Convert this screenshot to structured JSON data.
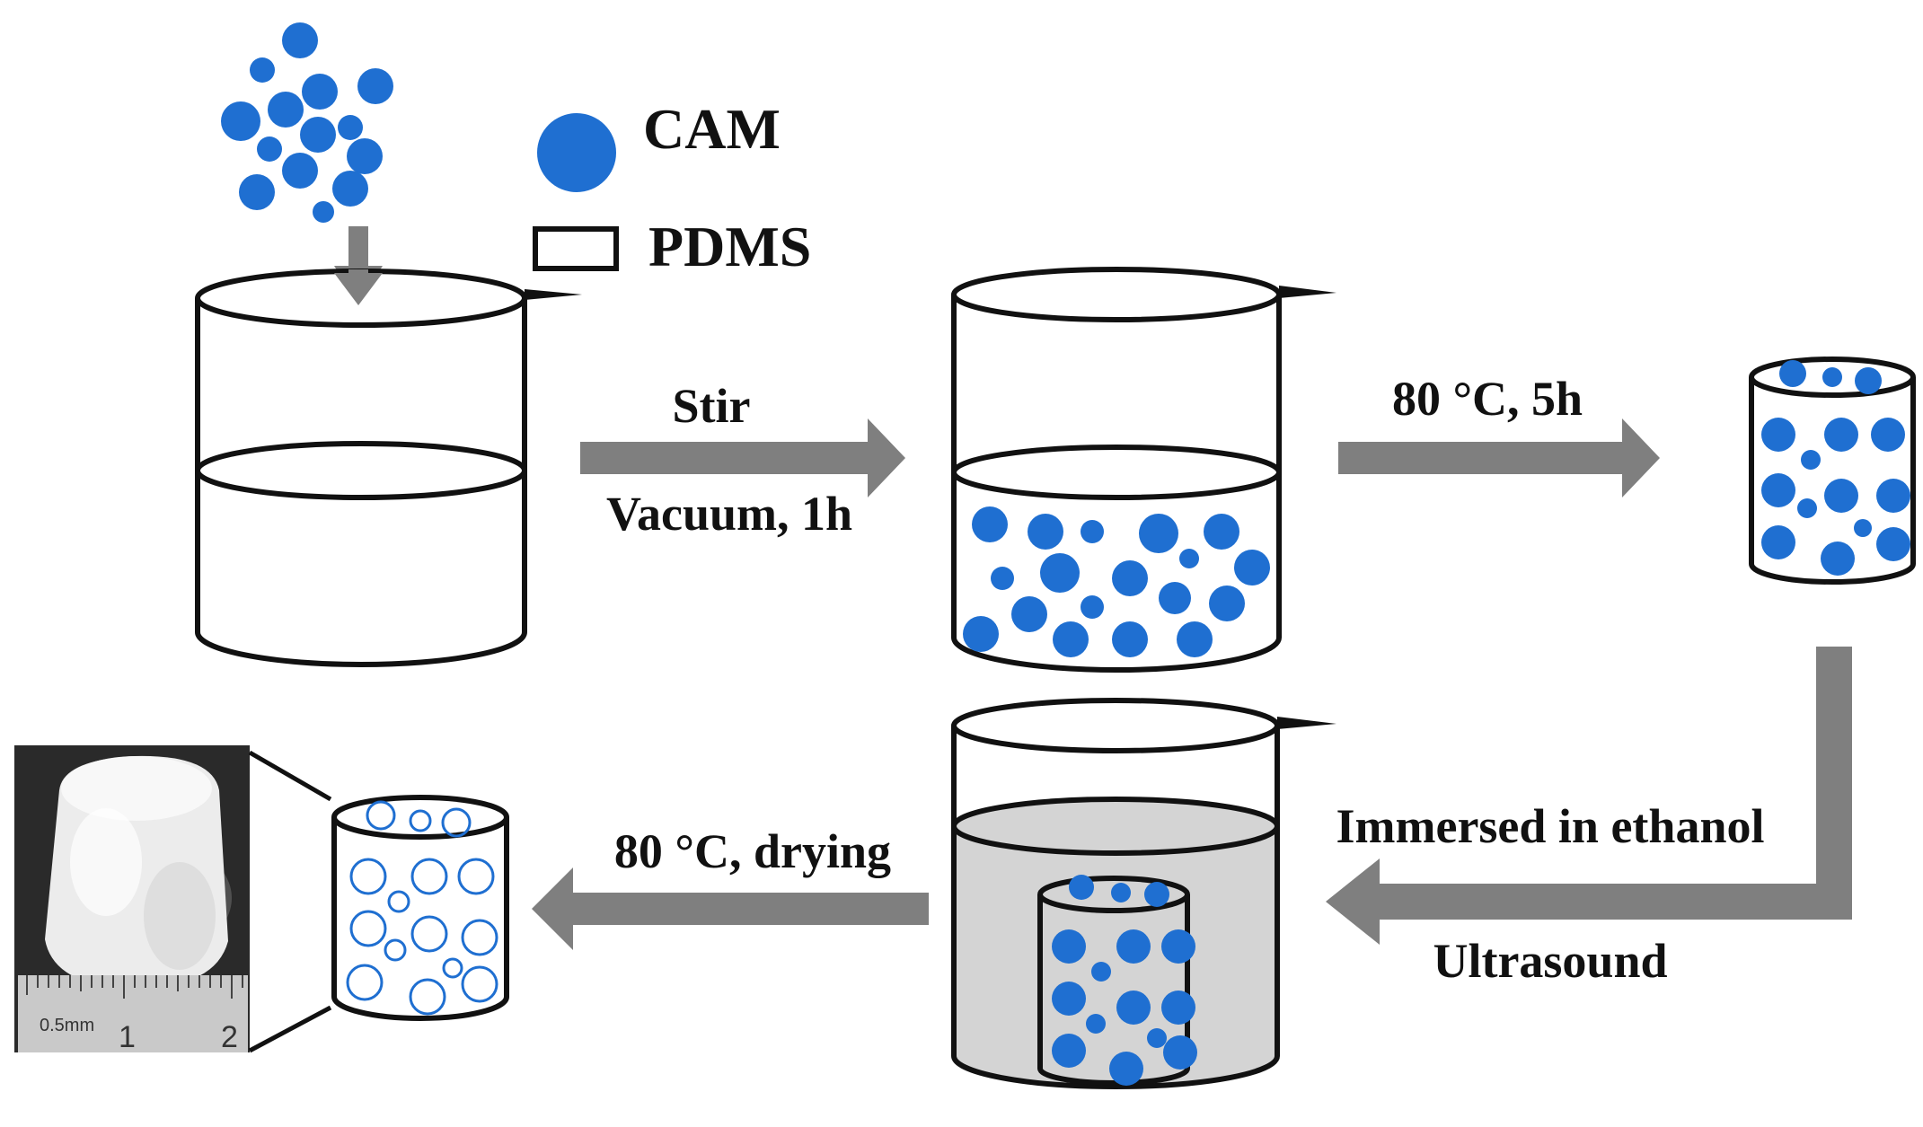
{
  "legend": {
    "cam_label": "CAM",
    "pdms_label": "PDMS"
  },
  "steps": {
    "step1_top": "Stir",
    "step1_bottom": "Vacuum, 1h",
    "step2_top": "80 °C, 5h",
    "step3_top": "Immersed in ethanol",
    "step3_bottom": "Ultrasound",
    "step4_top": "80 °C, drying"
  },
  "photo": {
    "ruler_label": "0.5mm",
    "ruler_numbers": [
      "1",
      "2"
    ]
  },
  "colors": {
    "cam_blue": "#1f6fd1",
    "arrow_gray": "#7f7f7f",
    "ethanol_gray": "#d4d4d4",
    "outline": "#111111",
    "photo_bg": "#2a2a2a"
  }
}
